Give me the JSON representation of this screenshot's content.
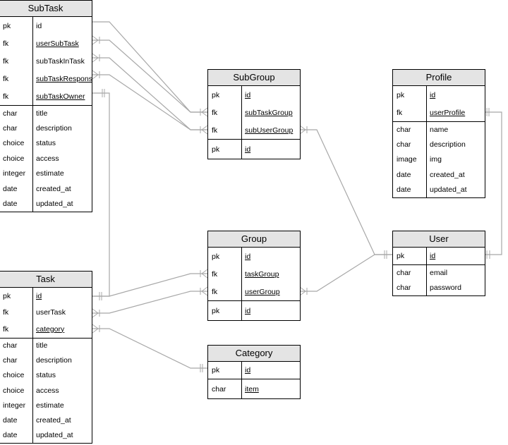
{
  "entities": {
    "subtask": {
      "title": "SubTask",
      "keys": [
        {
          "key": "pk",
          "field": "id",
          "underline": false
        },
        {
          "key": "fk",
          "field": "userSubTask",
          "underline": true
        },
        {
          "key": "fk",
          "field": "subTaskInTask",
          "underline": false
        },
        {
          "key": "fk",
          "field": "subTaskResponsi",
          "underline": true
        },
        {
          "key": "fk",
          "field": "subTaskOwner",
          "underline": true
        }
      ],
      "attrs": [
        {
          "key": "char",
          "field": "title"
        },
        {
          "key": "char",
          "field": "description"
        },
        {
          "key": "choice",
          "field": "status"
        },
        {
          "key": "choice",
          "field": "access"
        },
        {
          "key": "integer",
          "field": "estimate"
        },
        {
          "key": "date",
          "field": "created_at"
        },
        {
          "key": "date",
          "field": "updated_at"
        }
      ]
    },
    "subgroup": {
      "title": "SubGroup",
      "keys": [
        {
          "key": "pk",
          "field": "id",
          "underline": true
        },
        {
          "key": "fk",
          "field": "subTaskGroup",
          "underline": true
        },
        {
          "key": "fk",
          "field": "subUserGroup",
          "underline": true
        }
      ],
      "attrs": [
        {
          "key": "pk",
          "field": "id",
          "underline": true
        }
      ]
    },
    "profile": {
      "title": "Profile",
      "keys": [
        {
          "key": "pk",
          "field": "id",
          "underline": true
        },
        {
          "key": "fk",
          "field": "userProfile",
          "underline": true
        }
      ],
      "attrs": [
        {
          "key": "char",
          "field": "name"
        },
        {
          "key": "char",
          "field": "description"
        },
        {
          "key": "image",
          "field": "img"
        },
        {
          "key": "date",
          "field": "created_at"
        },
        {
          "key": "date",
          "field": "updated_at"
        }
      ]
    },
    "group": {
      "title": "Group",
      "keys": [
        {
          "key": "pk",
          "field": "id",
          "underline": true
        },
        {
          "key": "fk",
          "field": "taskGroup",
          "underline": true
        },
        {
          "key": "fk",
          "field": "userGroup",
          "underline": true
        }
      ],
      "attrs": [
        {
          "key": "pk",
          "field": "id",
          "underline": true
        }
      ]
    },
    "user": {
      "title": "User",
      "keys": [
        {
          "key": "pk",
          "field": "id",
          "underline": true
        }
      ],
      "attrs": [
        {
          "key": "char",
          "field": "email"
        },
        {
          "key": "char",
          "field": "password"
        }
      ]
    },
    "task": {
      "title": "Task",
      "keys": [
        {
          "key": "pk",
          "field": "id",
          "underline": true
        },
        {
          "key": "fk",
          "field": "userTask",
          "underline": false
        },
        {
          "key": "fk",
          "field": "category",
          "underline": true
        }
      ],
      "attrs": [
        {
          "key": "char",
          "field": "title"
        },
        {
          "key": "char",
          "field": "description"
        },
        {
          "key": "choice",
          "field": "status"
        },
        {
          "key": "choice",
          "field": "access"
        },
        {
          "key": "integer",
          "field": "estimate"
        },
        {
          "key": "date",
          "field": "created_at"
        },
        {
          "key": "date",
          "field": "updated_at"
        }
      ]
    },
    "category": {
      "title": "Category",
      "keys": [
        {
          "key": "pk",
          "field": "id",
          "underline": true
        }
      ],
      "attrs": [
        {
          "key": "char",
          "field": "item",
          "underline": true
        }
      ]
    }
  }
}
